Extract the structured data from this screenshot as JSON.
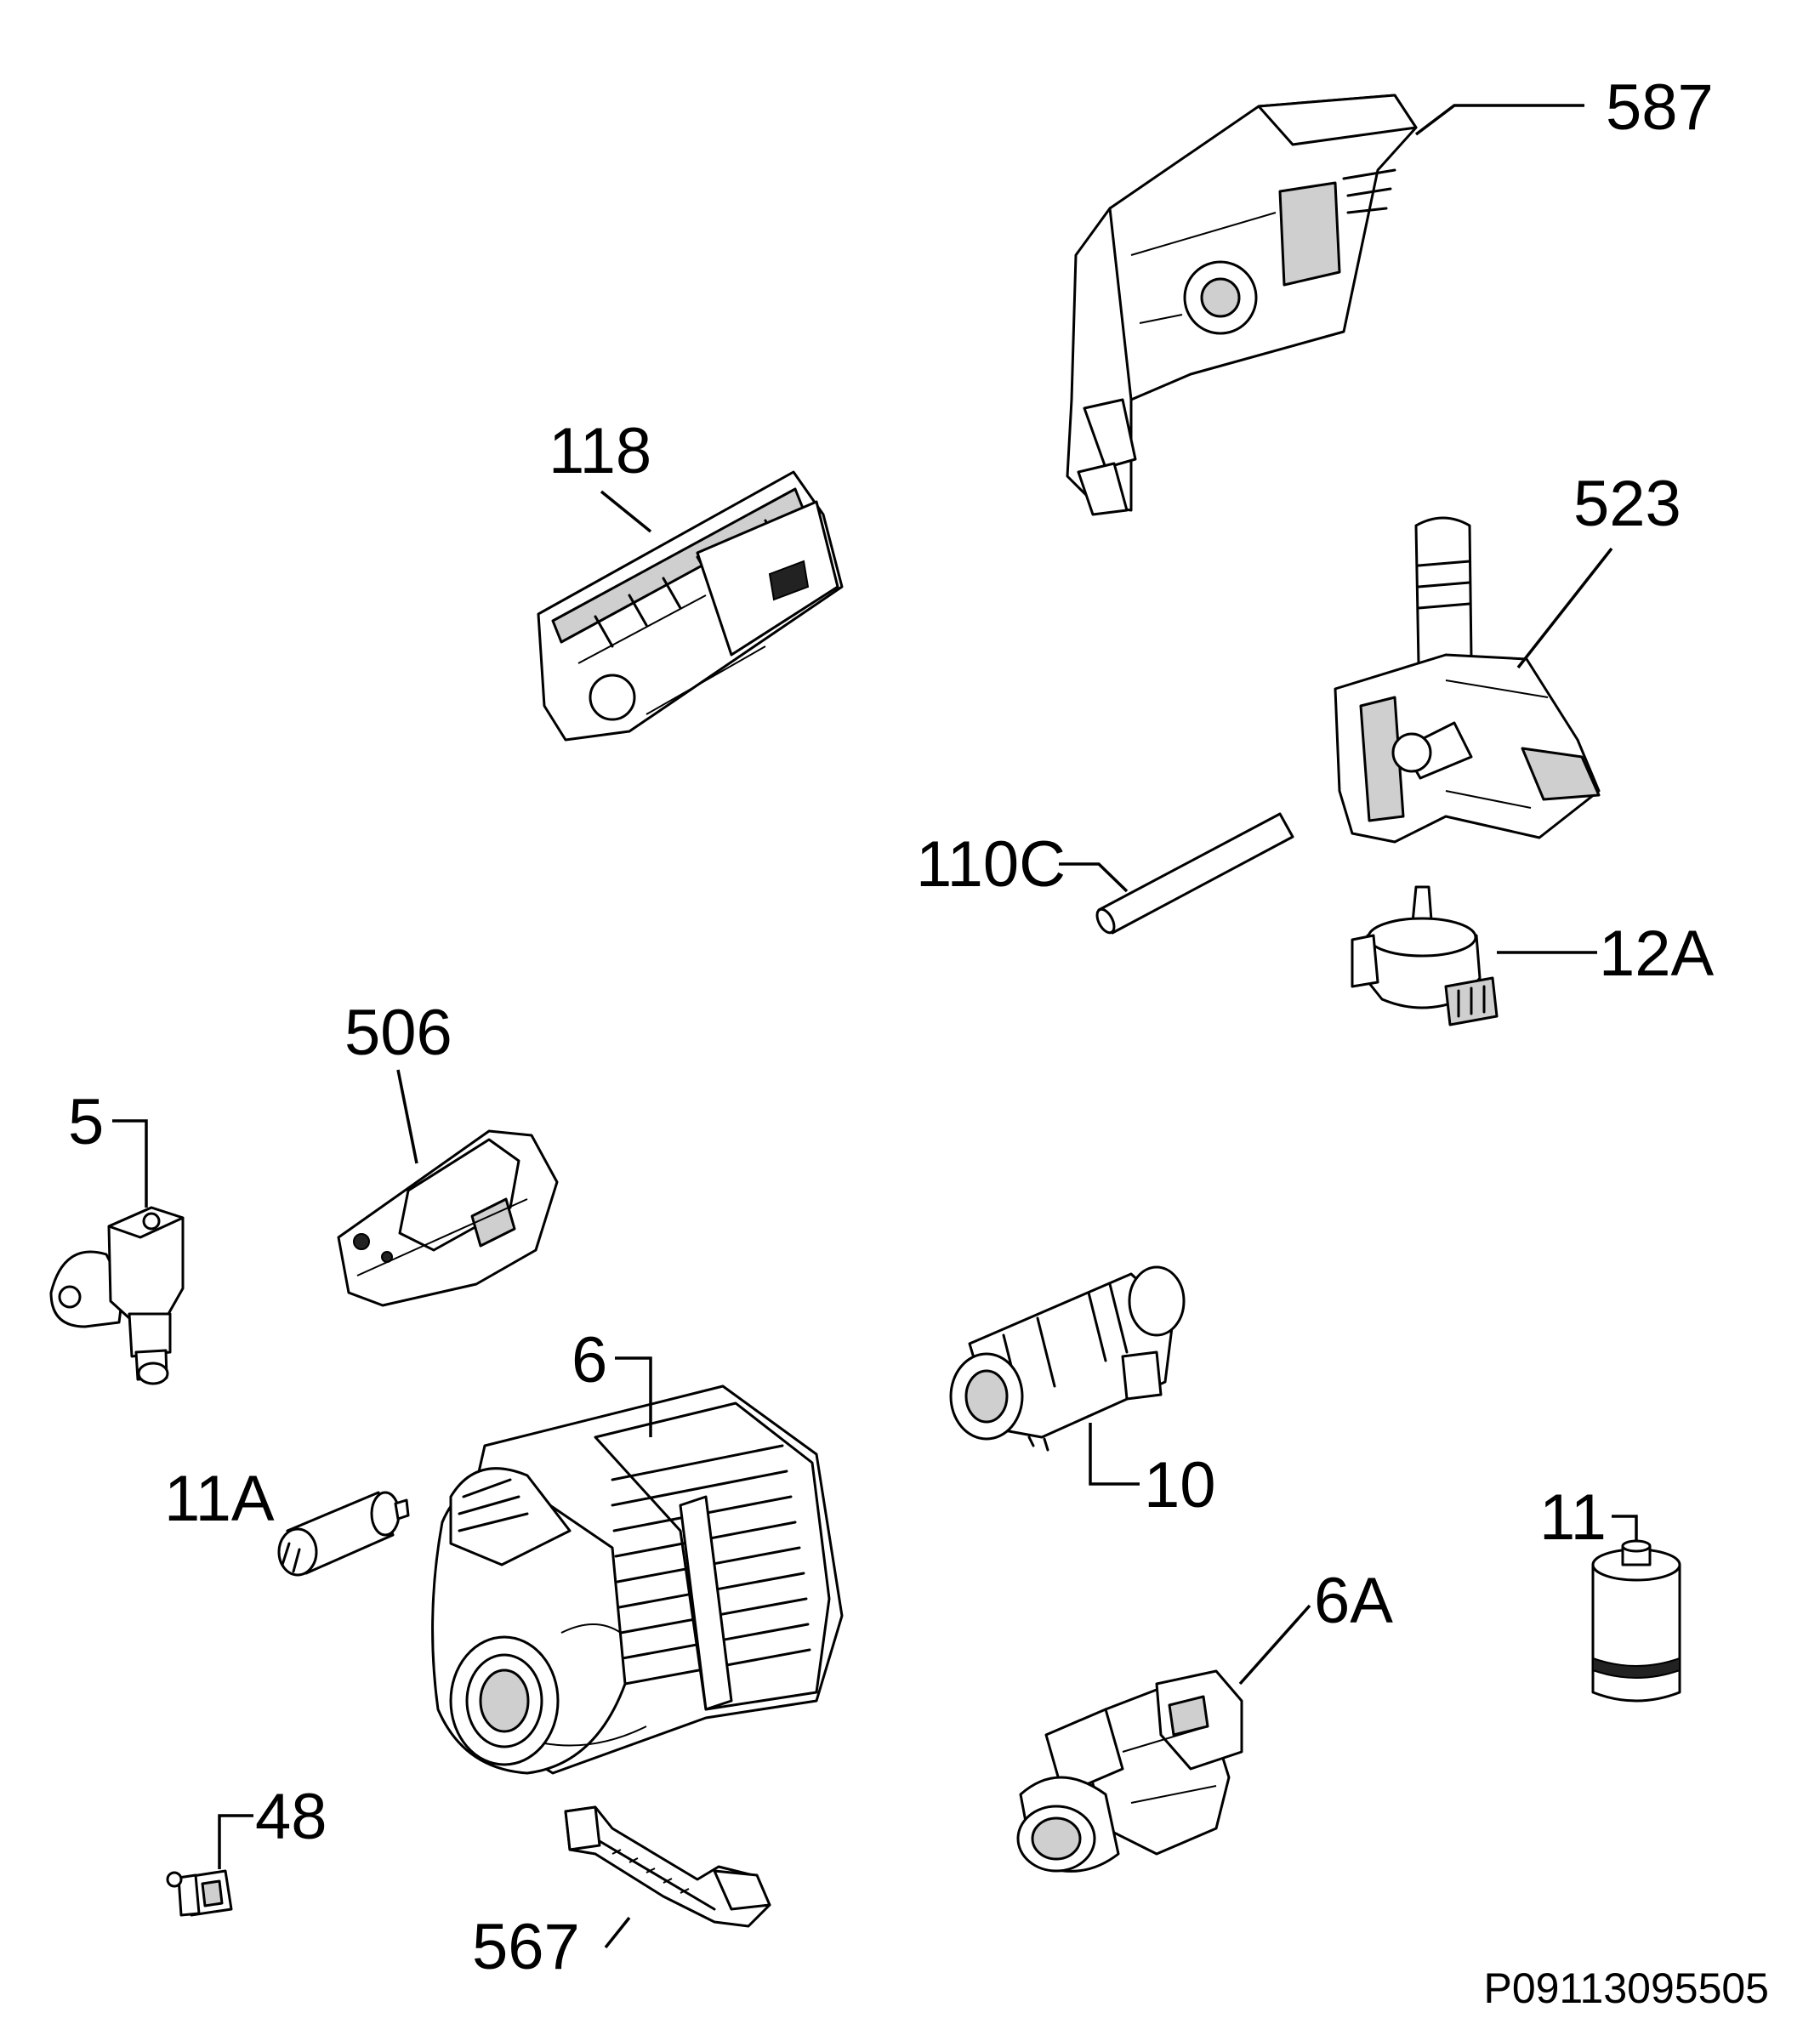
{
  "parts": [
    {
      "ref": "587"
    },
    {
      "ref": "118"
    },
    {
      "ref": "523"
    },
    {
      "ref": "110C"
    },
    {
      "ref": "12A"
    },
    {
      "ref": "506"
    },
    {
      "ref": "5"
    },
    {
      "ref": "6"
    },
    {
      "ref": "10"
    },
    {
      "ref": "11A"
    },
    {
      "ref": "11"
    },
    {
      "ref": "6A"
    },
    {
      "ref": "48"
    },
    {
      "ref": "567"
    }
  ],
  "drawing_code": "P09113095505"
}
